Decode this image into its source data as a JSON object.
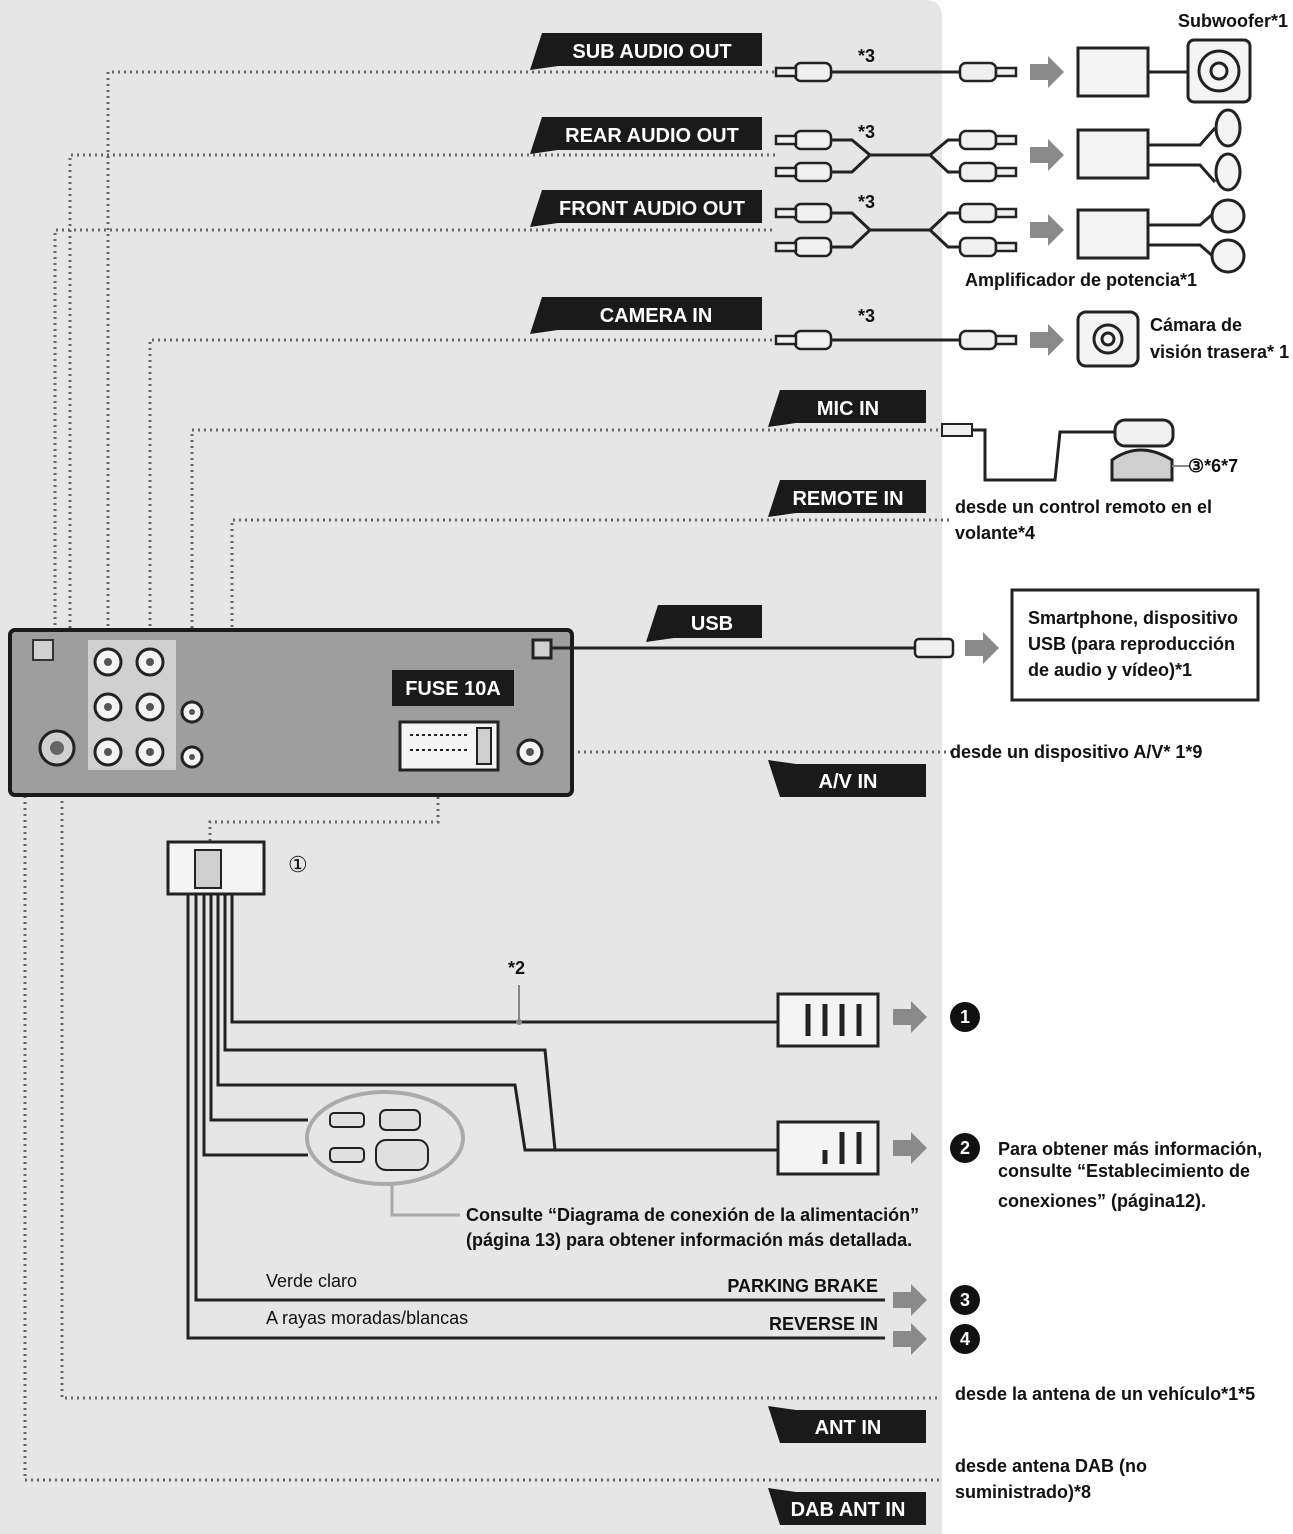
{
  "labels": {
    "sub_audio_out": "SUB AUDIO OUT",
    "rear_audio_out": "REAR AUDIO OUT",
    "front_audio_out": "FRONT AUDIO OUT",
    "camera_in": "CAMERA IN",
    "mic_in": "MIC IN",
    "remote_in": "REMOTE IN",
    "usb": "USB",
    "av_in": "A/V IN",
    "ant_in": "ANT IN",
    "dab_ant_in": "DAB ANT IN",
    "fuse": "FUSE 10A",
    "parking_brake": "PARKING BRAKE",
    "reverse_in": "REVERSE IN"
  },
  "notes": {
    "star3_a": "*3",
    "star3_b": "*3",
    "star3_c": "*3",
    "star3_d": "*3",
    "star2": "*2",
    "circle1": "①",
    "circle3": "③*6*7"
  },
  "devices": {
    "subwoofer": "Subwoofer*1",
    "amplifier": "Amplificador de potencia*1",
    "camera_line1": "Cámara de",
    "camera_line2": "visión trasera* 1",
    "remote_line1": "desde un control remoto en el",
    "remote_line2": "volante*4",
    "smartphone_line1": "Smartphone, dispositivo",
    "smartphone_line2": "USB (para reproducción",
    "smartphone_line3": "de audio y vídeo)*1",
    "av_device": "desde un dispositivo A/V* 1*9",
    "antenna": "desde la antena de un vehículo*1*5",
    "dab_line1": "desde antena DAB (no",
    "dab_line2": "suministrado)*8"
  },
  "outputs": {
    "n1": "1",
    "n2": "2",
    "n3": "3",
    "n4": "4",
    "info_line1": "Para obtener más información,",
    "info_line2": "consulte “Establecimiento de",
    "info_line3": "conexiones” (página12)."
  },
  "power_note": {
    "line1": "Consulte “Diagrama de conexión de la alimentación”",
    "line2": "(página 13) para obtener información más detallada."
  },
  "wires": {
    "light_green": "Verde claro",
    "purple_white": "A rayas moradas/blancas"
  }
}
